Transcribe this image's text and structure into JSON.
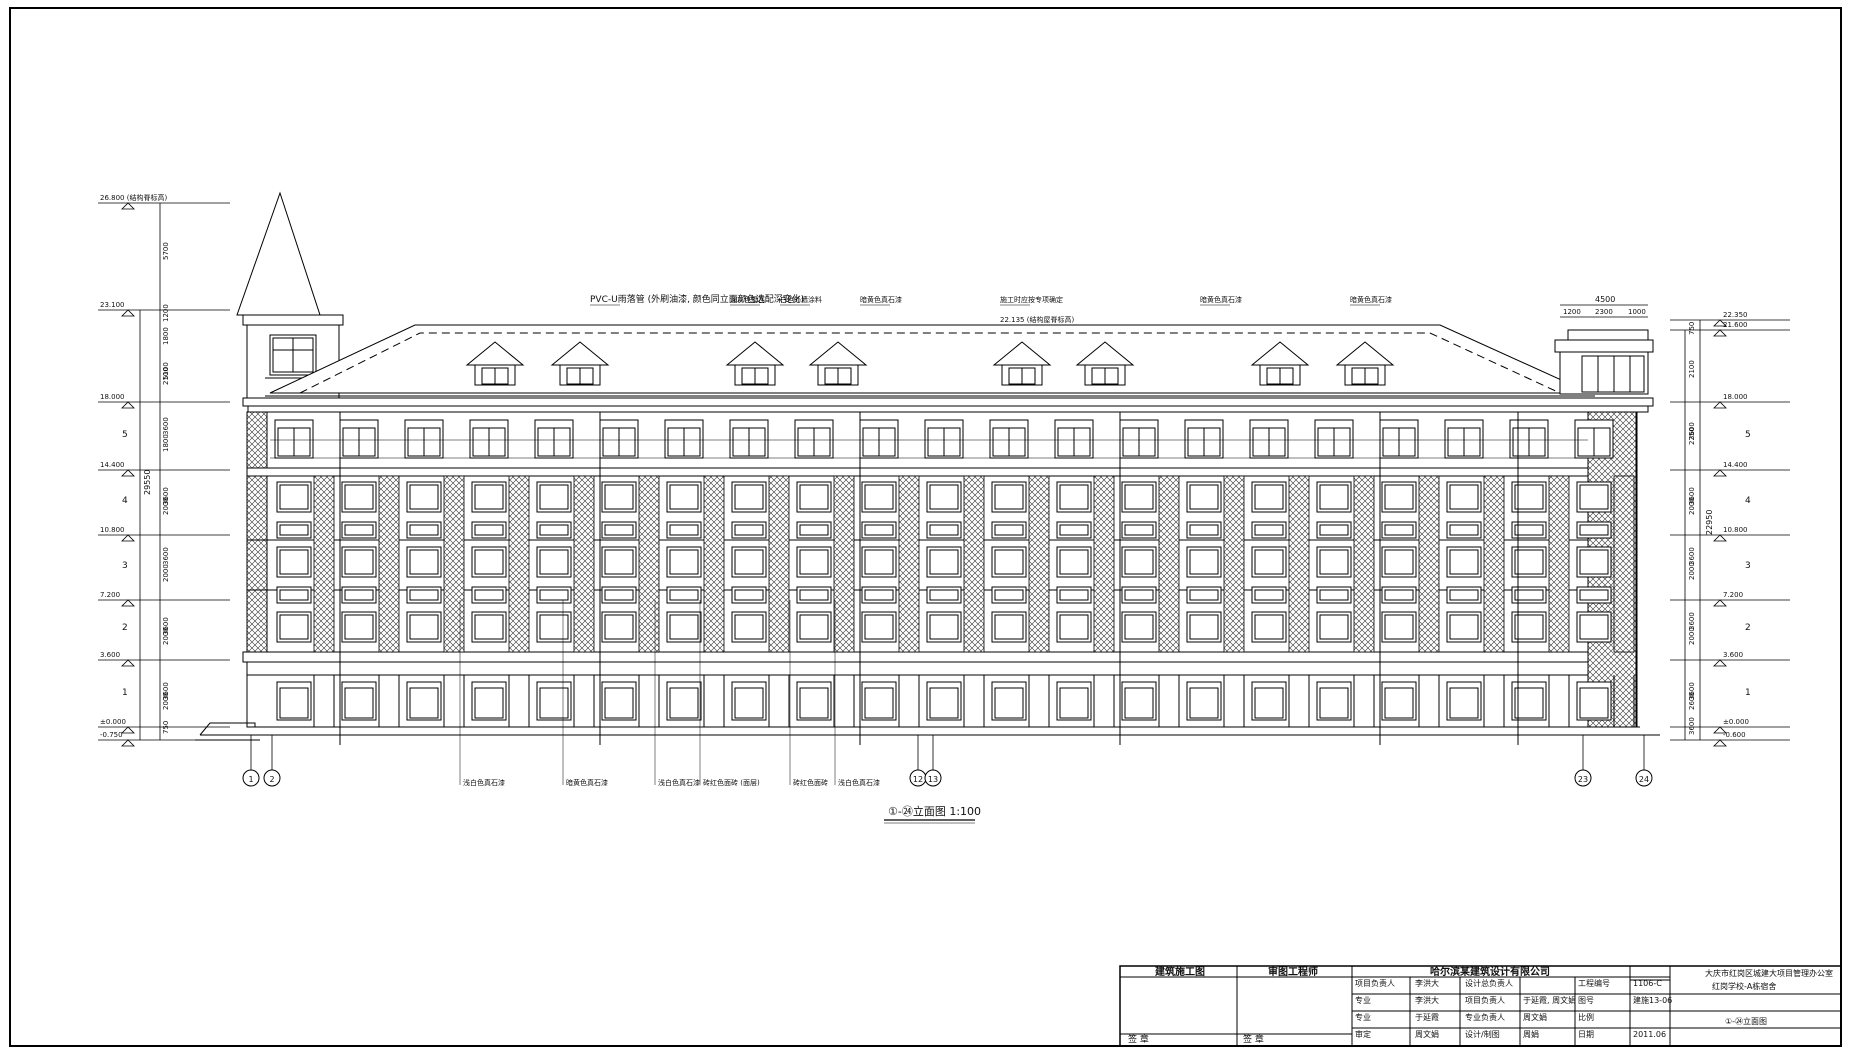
{
  "drawing": {
    "title": "①-㉔立面图 1:100",
    "levels": [
      {
        "label": "26.800 (结构脊标高)"
      },
      {
        "label": "23.100"
      },
      {
        "label": "18.000"
      },
      {
        "label": "14.400"
      },
      {
        "label": "10.800"
      },
      {
        "label": "7.200"
      },
      {
        "label": "3.600"
      },
      {
        "label": "±0.000"
      },
      {
        "label": "-0.750"
      }
    ],
    "right_levels": [
      "22.350",
      "21.600",
      "18.000",
      "14.400",
      "10.800",
      "7.200",
      "3.600",
      "±0.000",
      "-0.600"
    ],
    "top_annotations": [
      "PVC-U雨落管 (外刷油漆, 颜色同立面颜色选配深变化)",
      "深灰色屋瓦",
      "白色外墙涂料",
      "暗黄色真石漆",
      "施工时应按专项确定",
      "22.135 (结构屋脊标高)",
      "暗黄色真石漆",
      "暗黄色真石漆"
    ],
    "bottom_annotations": [
      "浅白色真石漆",
      "暗黄色真石漆",
      "浅白色真石漆",
      "砖红色面砖 (面层)",
      "砖红色面砖",
      "浅白色真石漆"
    ],
    "axis_labels": [
      "1",
      "2",
      "12",
      "13",
      "23",
      "24"
    ],
    "floor_numbers": [
      "5",
      "4",
      "3",
      "2",
      "1"
    ],
    "dim_top": [
      "4500",
      "1200",
      "2300",
      "1000"
    ],
    "left_dims": [
      "5700",
      "1200",
      "1800",
      "5100",
      "2100",
      "3600",
      "1800",
      "3600",
      "2000",
      "3600",
      "2000",
      "3600",
      "2000",
      "3600",
      "2000",
      "750",
      "29550"
    ],
    "right_dims": [
      "750",
      "2100",
      "3600",
      "2250",
      "3600",
      "2000",
      "3600",
      "2000",
      "3600",
      "2000",
      "3600",
      "2600",
      "3600",
      "22950"
    ]
  },
  "title_block": {
    "col1_header": "建筑施工图",
    "col2_header": "审图工程师",
    "company": "哈尔滨某建筑设计有限公司",
    "rows": [
      {
        "role": "项目负责人",
        "name": "李洪大",
        "role2": "设计总负责人",
        "name2": "",
        "key": "工程编号",
        "val": "1106-C"
      },
      {
        "role": "专业",
        "name": "李洪大",
        "role2": "项目负责人",
        "name2": "于延霞, 周文娟",
        "key": "图号",
        "val": "建施13-06"
      },
      {
        "role": "专业",
        "name": "于延霞",
        "role2": "专业负责人",
        "name2": "周文娟",
        "key": "比例",
        "val": ""
      },
      {
        "role": "审定",
        "name": "周文娟",
        "role2": "设计/制图",
        "name2": "周娟",
        "key": "日期",
        "val": "2011.06"
      }
    ],
    "client": "大庆市红岗区城建大项目管理办公室",
    "project": "红岗学校-A栋宿舍",
    "sheet": "①-㉔立面图",
    "sign_a": "签 章",
    "sign_b": "签 章"
  }
}
